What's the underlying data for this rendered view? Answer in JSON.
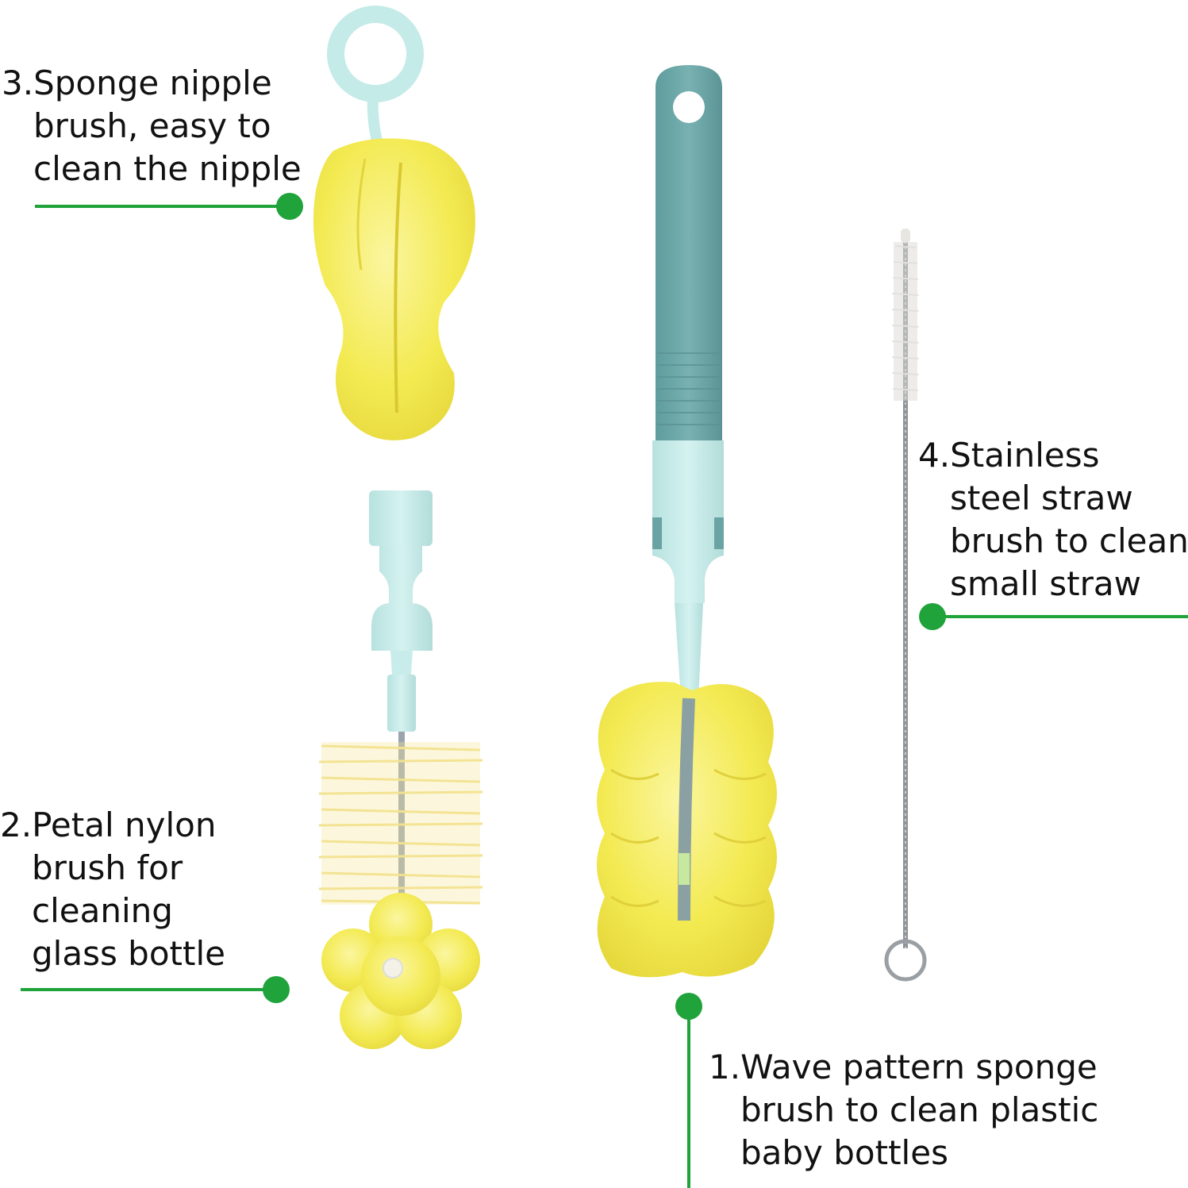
{
  "colors": {
    "callout_green": "#1fa33a",
    "sponge_yellow": "#f5ec5c",
    "handle_teal": "#6aa3a3",
    "handle_light": "#c6ecea"
  },
  "callouts": [
    {
      "id": "sponge-nipple-brush",
      "number": "3.",
      "lines": [
        "Sponge nipple",
        "brush, easy to",
        "clean the nipple"
      ]
    },
    {
      "id": "petal-nylon-brush",
      "number": "2.",
      "lines": [
        "Petal nylon",
        "brush for",
        "cleaning",
        "glass bottle"
      ]
    },
    {
      "id": "wave-pattern-sponge-brush",
      "number": "1.",
      "lines": [
        "Wave pattern sponge",
        "brush to clean plastic",
        "baby bottles"
      ]
    },
    {
      "id": "stainless-straw-brush",
      "number": "4.",
      "lines": [
        "Stainless",
        "steel straw",
        "brush to clean",
        "small straw"
      ]
    }
  ]
}
